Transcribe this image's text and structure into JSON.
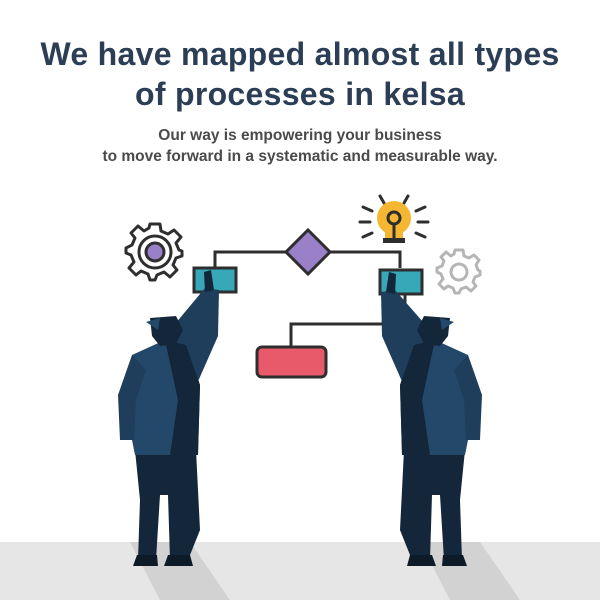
{
  "headline": {
    "line1": "We have mapped almost all types",
    "line2": "of processes in kelsa"
  },
  "subheadline": {
    "line1": "Our way is empowering your business",
    "line2": "to move forward in a systematic and measurable way."
  },
  "colors": {
    "headline": "#2b3e55",
    "subheadline": "#4a4a4a",
    "decision_diamond": "#9a7fc9",
    "process_box": "#36a8b8",
    "end_box": "#e85a69",
    "bulb": "#f5b731",
    "figure_light": "#23486a",
    "figure_dark": "#13263a",
    "floor": "#e6e6e6",
    "gear_active": "#9a7fc9",
    "gear_inactive": "#b5b5b5"
  },
  "icons": [
    "gear-icon",
    "lightbulb-icon",
    "gear-outline-icon"
  ]
}
